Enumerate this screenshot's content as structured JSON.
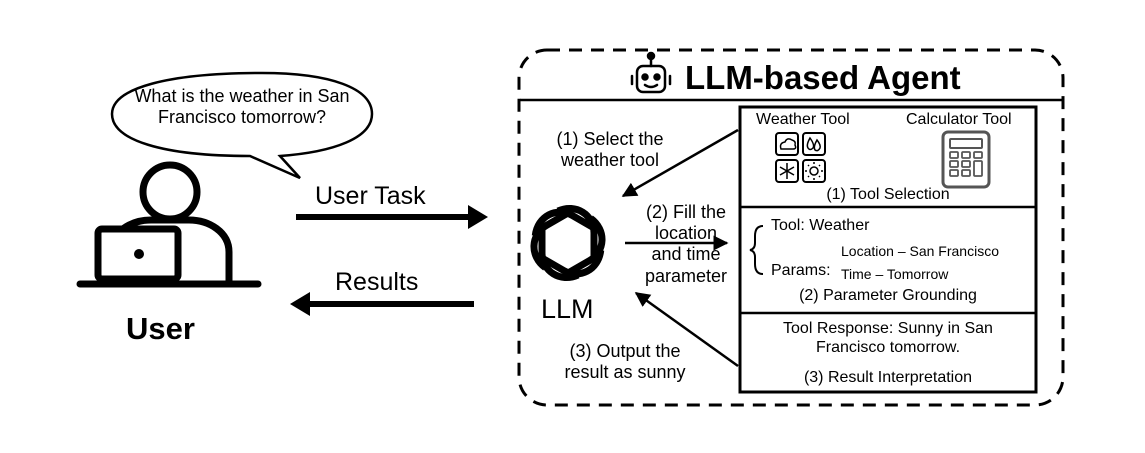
{
  "user": {
    "speech": [
      "What is the weather in San",
      "Francisco tomorrow?"
    ],
    "label": "User"
  },
  "arrows": {
    "user_task": "User Task",
    "results": "Results"
  },
  "agent": {
    "title": "LLM-based Agent",
    "llm_label": "LLM",
    "steps": {
      "select": [
        "(1) Select the",
        "weather tool"
      ],
      "fill": [
        "(2) Fill the",
        "location",
        "and time",
        "parameter"
      ],
      "output": [
        "(3) Output the",
        "result as sunny"
      ]
    }
  },
  "panels": {
    "tool_selection": {
      "weather_tool": "Weather Tool",
      "calculator_tool": "Calculator Tool",
      "caption": "(1) Tool Selection"
    },
    "parameter_grounding": {
      "tool_line": "Tool: Weather",
      "params_label": "Params:",
      "location": "Location – San Francisco",
      "time": "Time – Tomorrow",
      "caption": "(2) Parameter Grounding"
    },
    "result_interpretation": {
      "response": [
        "Tool Response: Sunny in San",
        "Francisco tomorrow."
      ],
      "caption": "(3) Result Interpretation"
    }
  },
  "icons": [
    "robot-icon",
    "person-laptop-icon",
    "openai-logo-icon",
    "cloud-icon",
    "droplet-icon",
    "snowflake-icon",
    "sun-icon",
    "calculator-icon"
  ]
}
